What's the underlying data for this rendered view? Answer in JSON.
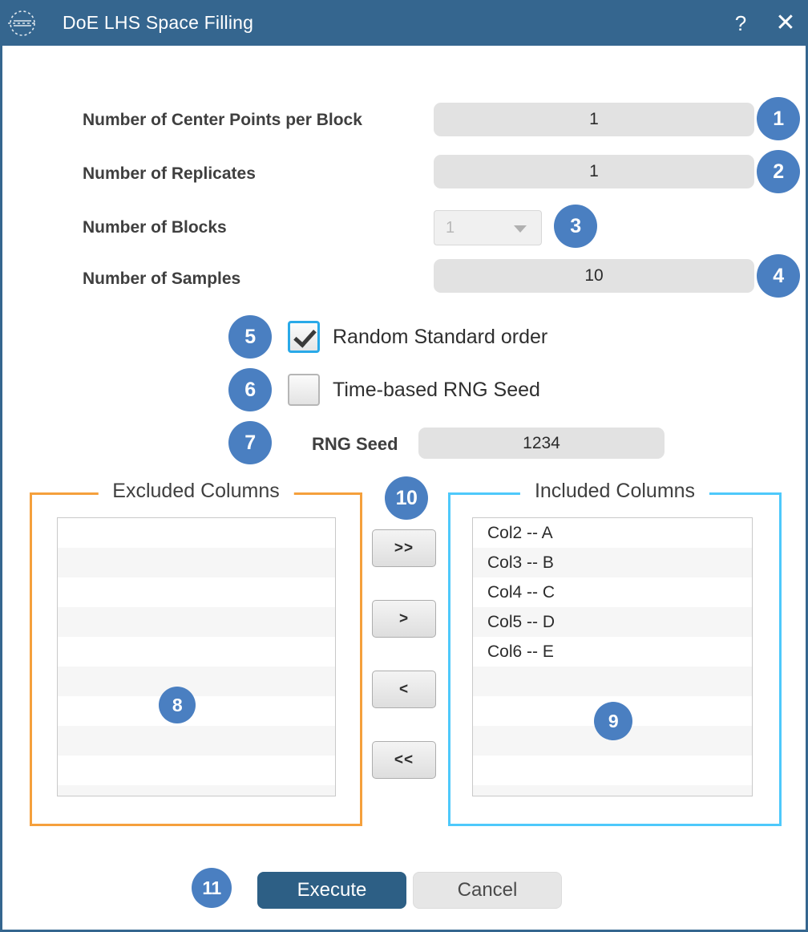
{
  "window": {
    "title": "DoE LHS Space Filling",
    "icon": "target-crosshair-icon",
    "help_label": "?",
    "close_label": "✕",
    "accent_titlebar": "#35668f",
    "badge_color": "#4a7fc1",
    "excluded_frame_color": "#f5a03c",
    "included_frame_color": "#4ec9fb",
    "checkbox_focus_color": "#29a9e8"
  },
  "form": {
    "fields": [
      {
        "label": "Number of Center Points per Block",
        "value": "1",
        "badge": "1",
        "type": "text"
      },
      {
        "label": "Number of Replicates",
        "value": "1",
        "badge": "2",
        "type": "text"
      },
      {
        "label": "Number of Blocks",
        "value": "1",
        "badge": "3",
        "type": "combo-disabled"
      },
      {
        "label": "Number of Samples",
        "value": "10",
        "badge": "4",
        "type": "text"
      }
    ],
    "checkboxes": [
      {
        "label": "Random Standard order",
        "checked": true,
        "badge": "5"
      },
      {
        "label": "Time-based RNG Seed",
        "checked": false,
        "badge": "6"
      }
    ],
    "rng_seed": {
      "label": "RNG Seed",
      "value": "1234",
      "badge": "7"
    }
  },
  "excluded": {
    "title": "Excluded Columns",
    "badge": "8",
    "items": []
  },
  "included": {
    "title": "Included Columns",
    "badge": "9",
    "items": [
      "Col2 -- A",
      "Col3 -- B",
      "Col4 -- C",
      "Col5 -- D",
      "Col6 -- E"
    ]
  },
  "transfer": {
    "badge": "10",
    "buttons": [
      {
        "label": ">>",
        "name": "move-all-right-button"
      },
      {
        "label": ">",
        "name": "move-right-button"
      },
      {
        "label": "<",
        "name": "move-left-button"
      },
      {
        "label": "<<",
        "name": "move-all-left-button"
      }
    ]
  },
  "actions": {
    "badge": "11",
    "execute_label": "Execute",
    "cancel_label": "Cancel"
  }
}
